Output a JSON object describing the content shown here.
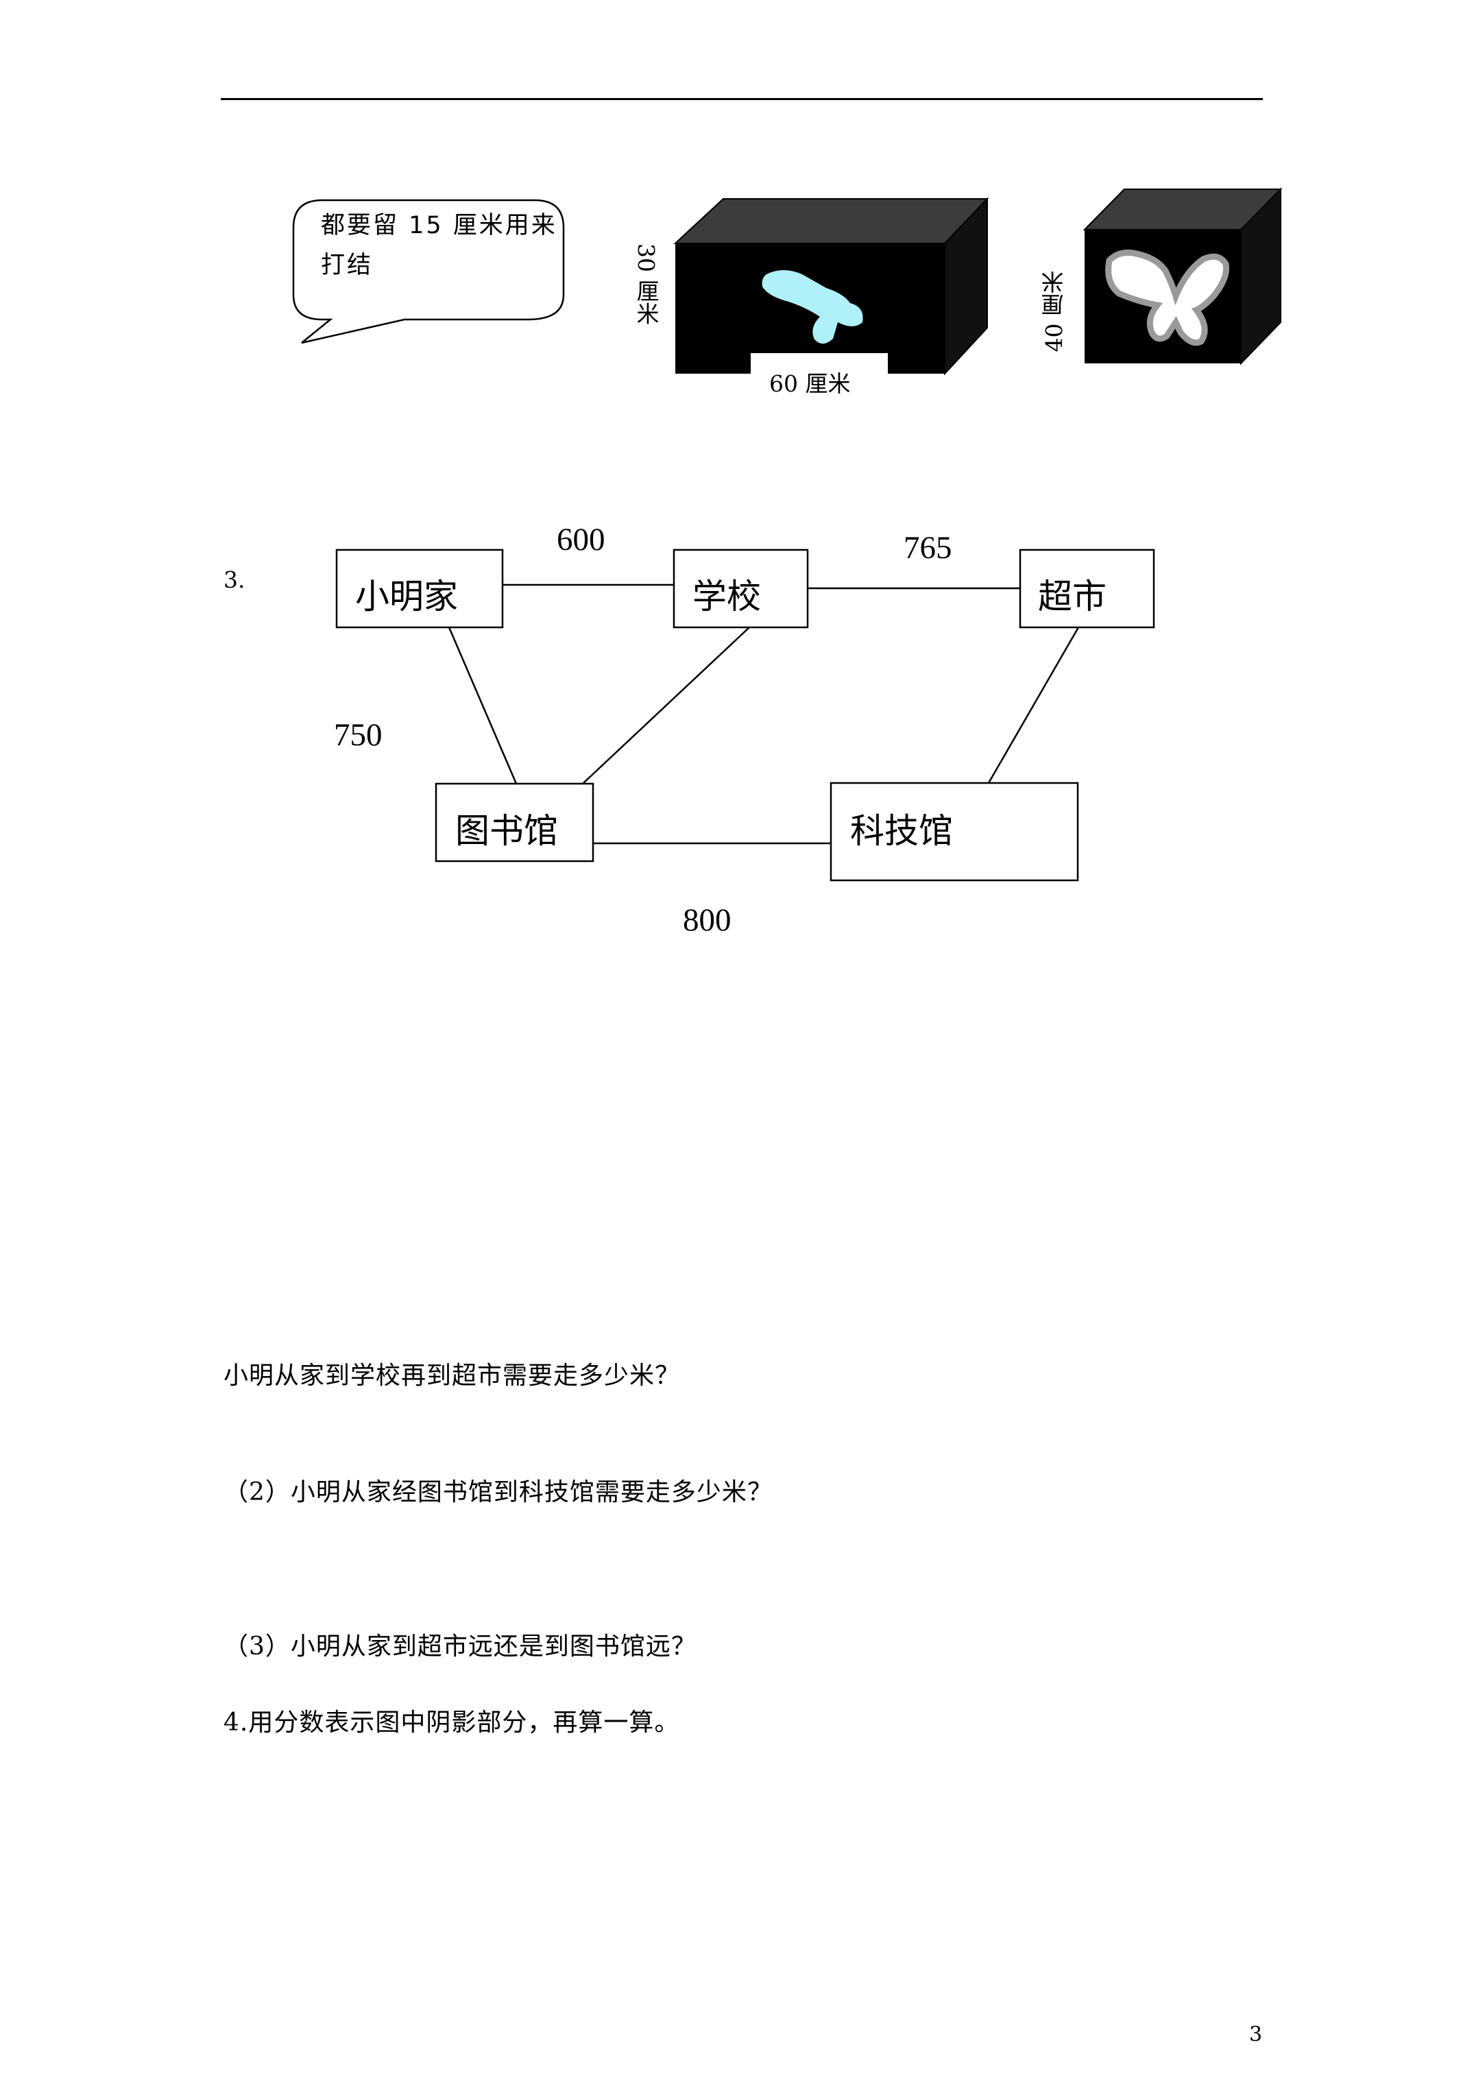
{
  "bubble": {
    "text": "都要留 15 厘米用来打结"
  },
  "box1": {
    "height_label": "30 厘米",
    "width_label": "60 厘米"
  },
  "box2": {
    "height_label": "40 厘米"
  },
  "question3": {
    "number": "3.",
    "nodes": {
      "home": "小明家",
      "school": "学校",
      "market": "超市",
      "library": "图书馆",
      "museum": "科技馆"
    },
    "distances": {
      "home_school": "600",
      "school_market": "765",
      "home_library": "750",
      "library_museum": "800"
    },
    "questions": [
      "小明从家到学校再到超市需要走多少米？",
      "（2）小明从家经图书馆到科技馆需要走多少米？",
      "（3）小明从家到超市远还是到图书馆远？"
    ]
  },
  "question4": {
    "text": "4.用分数表示图中阴影部分，再算一算。"
  },
  "page_number": "3"
}
